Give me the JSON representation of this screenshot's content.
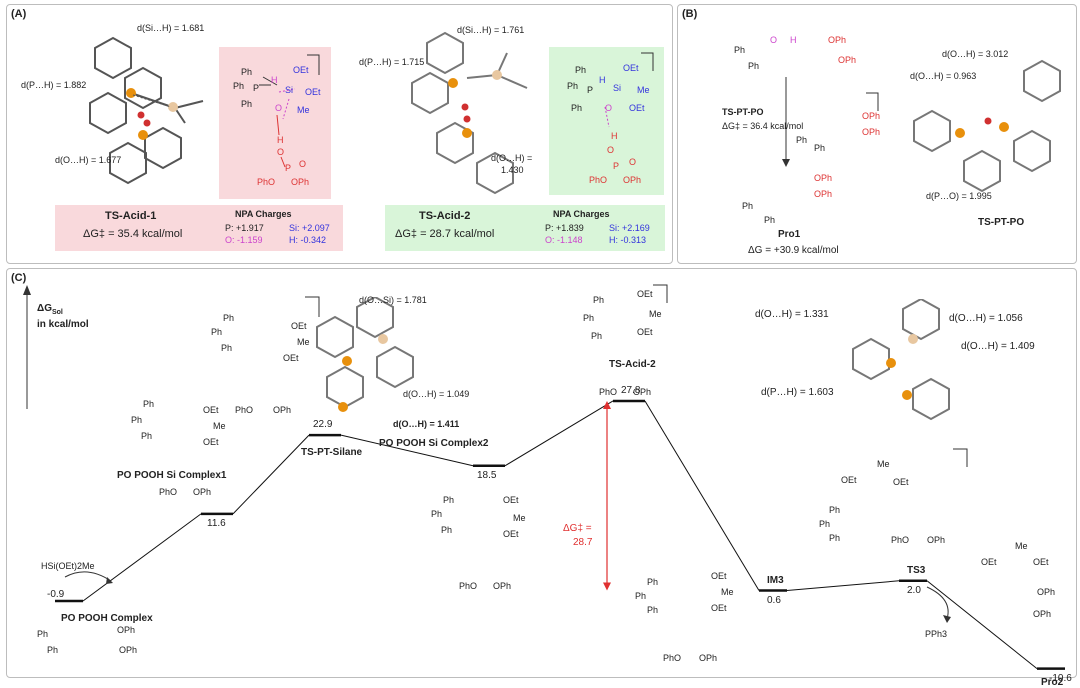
{
  "panelA": {
    "title": "(A)",
    "ts1": {
      "dist_si_h": "d(Si…H) = 1.681",
      "dist_p_h": "d(P…H) = 1.882",
      "dist_o_h": "d(O…H) = 1.677",
      "name": "TS-Acid-1",
      "dg": "ΔG‡ = 35.4 kcal/mol",
      "npa_title": "NPA Charges",
      "npa_p": "P: +1.917",
      "npa_o": "O: -1.159",
      "npa_si": "Si: +2.097",
      "npa_h": "H: -0.342",
      "color": "#f9d9dc"
    },
    "ts2": {
      "dist_si_h": "d(Si…H) = 1.761",
      "dist_p_h": "d(P…H) = 1.715",
      "dist_o_h": "d(O…H) =",
      "dist_o_h_val": "1.430",
      "name": "TS-Acid-2",
      "dg": "ΔG‡ = 28.7 kcal/mol",
      "npa_title": "NPA Charges",
      "npa_p": "P: +1.839",
      "npa_o": "O: -1.148",
      "npa_si": "Si: +2.169",
      "npa_h": "H: -0.313",
      "color": "#d9f5d9"
    },
    "struct_labels": {
      "ph": "Ph",
      "oet": "OEt",
      "si": "Si",
      "me": "Me",
      "h": "H",
      "o": "O",
      "p": "P",
      "pho": "PhO",
      "oph": "OPh",
      "dagger": "‡"
    }
  },
  "panelB": {
    "title": "(B)",
    "ts_label": "TS-PT-PO",
    "ts_dg": "ΔG‡ = 36.4 kcal/mol",
    "pro1": "Pro1",
    "pro1_dg": "ΔG = +30.9 kcal/mol",
    "dist1": "d(O…H) = 3.012",
    "dist2": "d(O…H) = 0.963",
    "dist3": "d(P…O) = 1.995",
    "ts_name": "TS-PT-PO"
  },
  "panelC": {
    "title": "(C)",
    "yaxis_line1": "ΔGSol",
    "yaxis_sub": "Sol",
    "yaxis_main": "ΔG",
    "yaxis_line2": "in kcal/mol",
    "reagent": "HSi(OEt)2Me",
    "pph3": "PPh3",
    "barrier_label": "ΔG‡ =",
    "barrier_value": "28.7",
    "silane_dists": {
      "d1": "d(O…Si) = 1.781",
      "d2": "d(O…H) = 1.049",
      "d3": "d(O…H) = 1.411"
    },
    "ts3_dists": {
      "d1": "d(O…H) = 1.331",
      "d2": "d(O…H) = 1.056",
      "d3": "d(O…H) = 1.409",
      "d4": "d(P…H) = 1.603"
    }
  },
  "chart_data": {
    "type": "line",
    "title": "",
    "ylabel": "ΔGSol in kcal/mol",
    "points": [
      {
        "name": "PO POOH Complex",
        "value": -0.9
      },
      {
        "name": "PO POOH Si Complex1",
        "value": 11.6
      },
      {
        "name": "TS-PT-Silane",
        "value": 22.9
      },
      {
        "name": "PO POOH Si Complex2",
        "value": 18.5
      },
      {
        "name": "TS-Acid-2",
        "value": 27.8
      },
      {
        "name": "IM3",
        "value": 0.6
      },
      {
        "name": "TS3",
        "value": 2.0
      },
      {
        "name": "Pro2",
        "value": -10.6
      }
    ],
    "value_labels": [
      "-0.9",
      "11.6",
      "22.9",
      "18.5",
      "27.8",
      "0.6",
      "2.0",
      "-10.6"
    ],
    "barrier": {
      "from": 0.6,
      "to": 27.8,
      "value": 28.7,
      "color": "#e03030"
    }
  }
}
